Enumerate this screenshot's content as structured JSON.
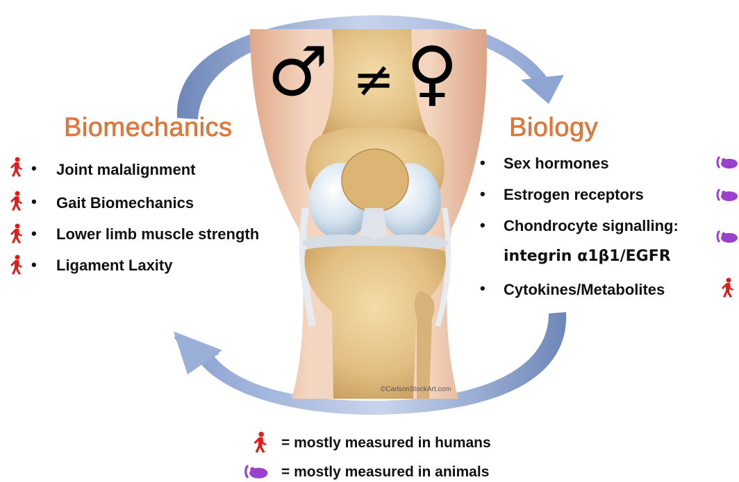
{
  "symbols": {
    "male": "♂",
    "neq": "≠",
    "female": "♀"
  },
  "biomechanics": {
    "heading": "Biomechanics",
    "items": [
      "Joint malalignment",
      "Gait Biomechanics",
      "Lower limb muscle strength",
      "Ligament Laxity"
    ]
  },
  "biology": {
    "heading": "Biology",
    "items": [
      "Sex hormones",
      "Estrogen receptors",
      "Chondrocyte signalling:",
      "integrin α1β1/EGFR",
      "Cytokines/Metabolites"
    ]
  },
  "bullet": "•",
  "copyright": "©CarlsonStockArt.com",
  "legend": {
    "human_text": "= mostly measured in humans",
    "animal_text": "= mostly measured in animals"
  },
  "colors": {
    "heading": "#e07b3c",
    "human_icon": "#e21b1b",
    "animal_icon": "#9b3fcf",
    "arrow": "#9bb0d8",
    "bone": "#e6c68c",
    "skin": "#efc9ad"
  },
  "icons": {
    "human": "walking-person-icon",
    "animal": "mouse-icon"
  }
}
